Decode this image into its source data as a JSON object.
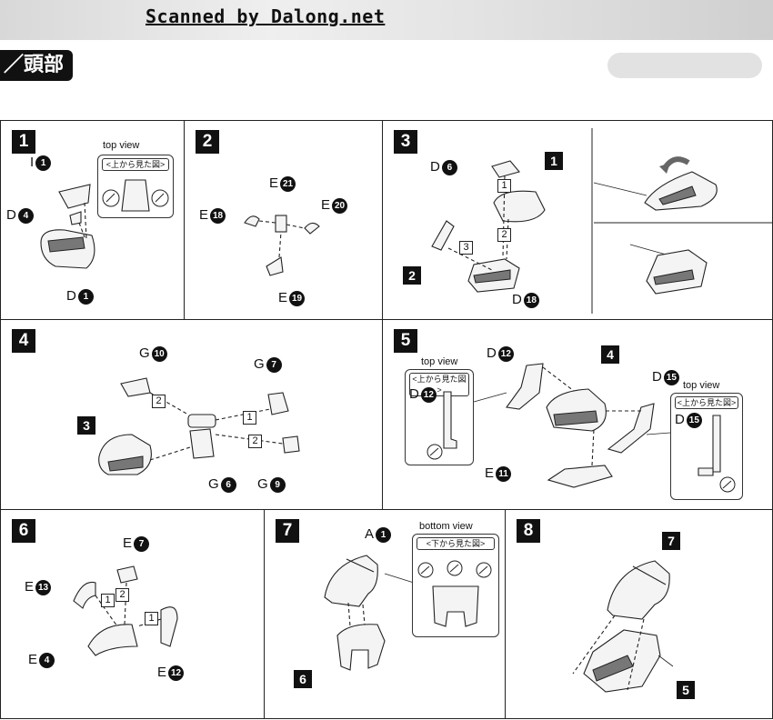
{
  "header": {
    "watermark": "Scanned by Dalong.net",
    "section_title": "／頭部"
  },
  "views": {
    "top_view": "top view",
    "bottom_view": "bottom view",
    "from_top": "<上から見た図>",
    "from_bottom": "<下から見た図>"
  },
  "steps": [
    {
      "number": "1",
      "labels": {
        "a": {
          "letter": "I",
          "num": "1"
        },
        "b": {
          "letter": "D",
          "num": "4"
        },
        "c": {
          "letter": "D",
          "num": "1"
        }
      }
    },
    {
      "number": "2",
      "labels": {
        "a": {
          "letter": "E",
          "num": "21"
        },
        "b": {
          "letter": "E",
          "num": "20"
        },
        "c": {
          "letter": "E",
          "num": "18"
        },
        "d": {
          "letter": "E",
          "num": "19"
        }
      }
    },
    {
      "number": "3",
      "labels": {
        "a": {
          "letter": "D",
          "num": "6"
        },
        "b": {
          "letter": "D",
          "num": "18"
        }
      },
      "refs": [
        "1",
        "2"
      ],
      "order": [
        "1",
        "2",
        "3"
      ]
    },
    {
      "number": "4",
      "labels": {
        "a": {
          "letter": "G",
          "num": "10"
        },
        "b": {
          "letter": "G",
          "num": "7"
        },
        "c": {
          "letter": "G",
          "num": "6"
        },
        "d": {
          "letter": "G",
          "num": "9"
        }
      },
      "refs": [
        "3"
      ],
      "order": [
        "2",
        "1",
        "2"
      ]
    },
    {
      "number": "5",
      "labels": {
        "a": {
          "letter": "D",
          "num": "12"
        },
        "b": {
          "letter": "D",
          "num": "15"
        },
        "c": {
          "letter": "E",
          "num": "11"
        },
        "d": {
          "letter": "D",
          "num": "12"
        },
        "e": {
          "letter": "D",
          "num": "15"
        }
      },
      "refs": [
        "4"
      ]
    },
    {
      "number": "6",
      "labels": {
        "a": {
          "letter": "E",
          "num": "7"
        },
        "b": {
          "letter": "E",
          "num": "13"
        },
        "c": {
          "letter": "E",
          "num": "4"
        },
        "d": {
          "letter": "E",
          "num": "12"
        }
      },
      "order": [
        "1",
        "2",
        "1"
      ]
    },
    {
      "number": "7",
      "labels": {
        "a": {
          "letter": "A",
          "num": "1"
        }
      },
      "refs": [
        "6"
      ]
    },
    {
      "number": "8",
      "refs": [
        "7",
        "5"
      ]
    }
  ]
}
